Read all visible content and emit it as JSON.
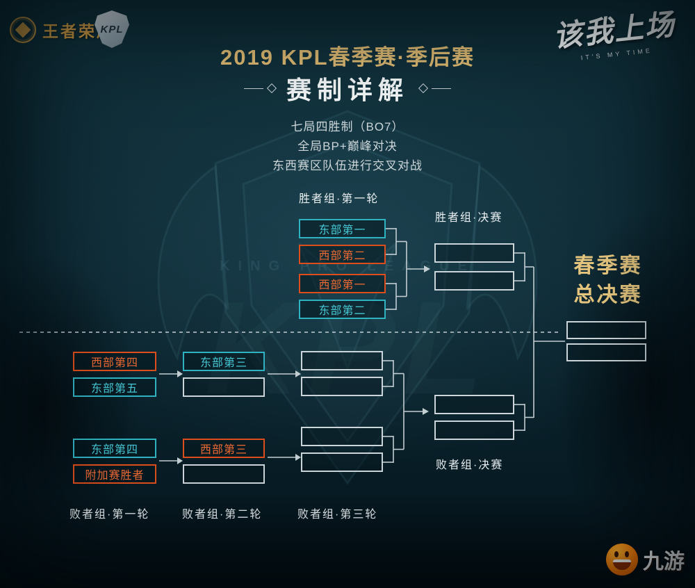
{
  "header": {
    "kog_logo": "王者荣耀",
    "kpl_logo": "KPL",
    "slogan": "该我上场",
    "slogan_sub": "IT'S MY TIME"
  },
  "title": {
    "main": "2019 KPL春季赛·季后赛",
    "subtitle": "赛制详解"
  },
  "rules": {
    "line1": "七局四胜制（BO7）",
    "line2": "全局BP+巅峰对决",
    "line3": "东西赛区队伍进行交叉对战"
  },
  "background": {
    "watermark_text": "KING PRO LEAGUE",
    "watermark_big": "KPL"
  },
  "bracket": {
    "winners_round1": {
      "label": "胜者组·第一轮",
      "teams": [
        {
          "name": "东部第一",
          "side": "east"
        },
        {
          "name": "西部第二",
          "side": "west"
        },
        {
          "name": "西部第一",
          "side": "west"
        },
        {
          "name": "东部第二",
          "side": "east"
        }
      ]
    },
    "winners_final": {
      "label": "胜者组·决赛"
    },
    "grand_final": {
      "line1": "春季赛",
      "line2": "总决赛"
    },
    "losers_round1": {
      "label": "败者组·第一轮",
      "teams": [
        {
          "name": "西部第四",
          "side": "west"
        },
        {
          "name": "东部第五",
          "side": "east"
        },
        {
          "name": "东部第四",
          "side": "east"
        },
        {
          "name": "附加赛胜者",
          "side": "west"
        }
      ]
    },
    "losers_round2": {
      "label": "败者组·第二轮",
      "teams": [
        {
          "name": "东部第三",
          "side": "east"
        },
        {
          "name": "西部第三",
          "side": "west"
        }
      ]
    },
    "losers_round3": {
      "label": "败者组·第三轮"
    },
    "losers_final": {
      "label": "败者组·决赛"
    }
  },
  "colors": {
    "east": "#2fb3c2",
    "west": "#dd4e1c",
    "gold": "#e2bd74",
    "slot_border": "#ccd6da"
  },
  "footer": {
    "site_logo": "九游"
  }
}
